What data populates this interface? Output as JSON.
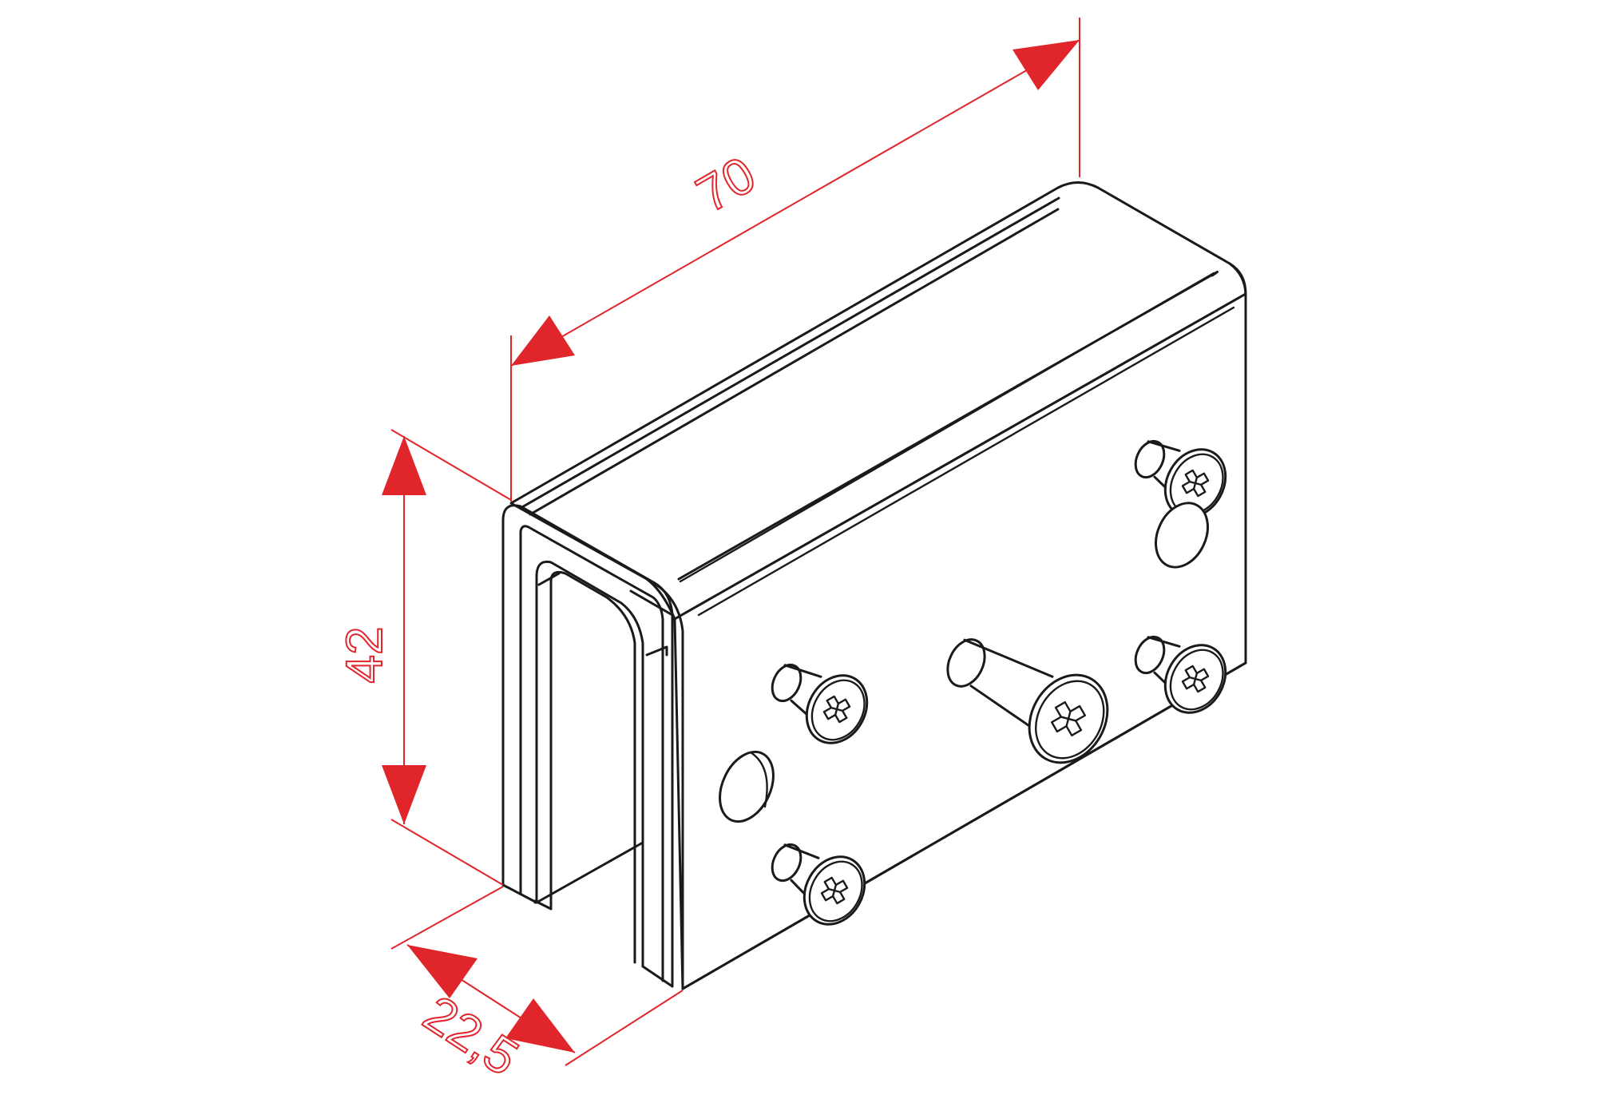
{
  "dimensions": {
    "length_label": "70",
    "height_label": "42",
    "depth_label": "22,5"
  },
  "colors": {
    "dimension": "#e0262b",
    "outline": "#1a1a1a",
    "background": "#ffffff"
  }
}
